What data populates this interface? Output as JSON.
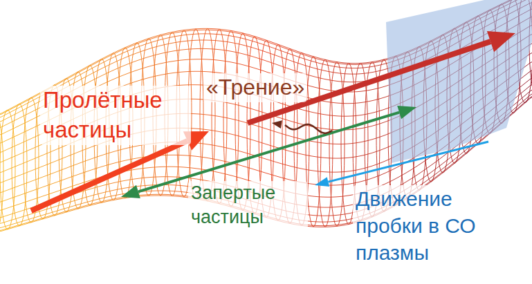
{
  "diagram": {
    "labels": [
      "Пролётные частицы",
      "«Трение»",
      "Запертые частицы",
      "Движение пробки в СО плазмы"
    ]
  }
}
